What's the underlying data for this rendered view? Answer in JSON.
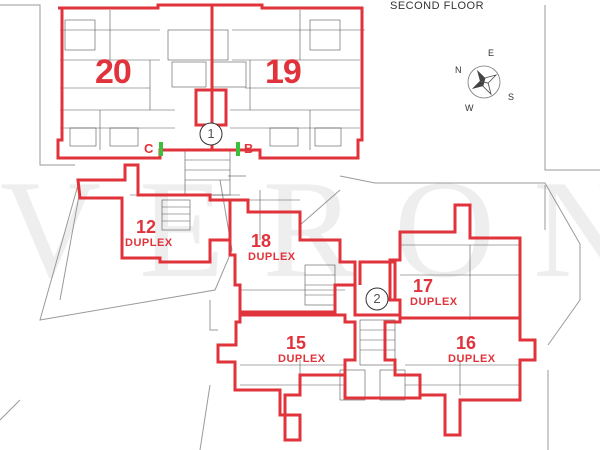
{
  "plan": {
    "title": "SECOND FLOOR",
    "watermark": "VERONA",
    "compass": {
      "north": "N",
      "east": "E",
      "south": "S",
      "west": "W",
      "icon": "compass-rose-icon"
    },
    "accent_color": "#e0333b",
    "door_color": "#3cc03c",
    "stairs": [
      {
        "number": "1"
      },
      {
        "number": "2"
      }
    ],
    "entrances": [
      {
        "label": "C"
      },
      {
        "label": "B"
      }
    ],
    "units": [
      {
        "number": "20",
        "type": ""
      },
      {
        "number": "19",
        "type": ""
      },
      {
        "number": "12",
        "type": "DUPLEX"
      },
      {
        "number": "18",
        "type": "DUPLEX"
      },
      {
        "number": "17",
        "type": "DUPLEX"
      },
      {
        "number": "15",
        "type": "DUPLEX"
      },
      {
        "number": "16",
        "type": "DUPLEX"
      }
    ]
  }
}
